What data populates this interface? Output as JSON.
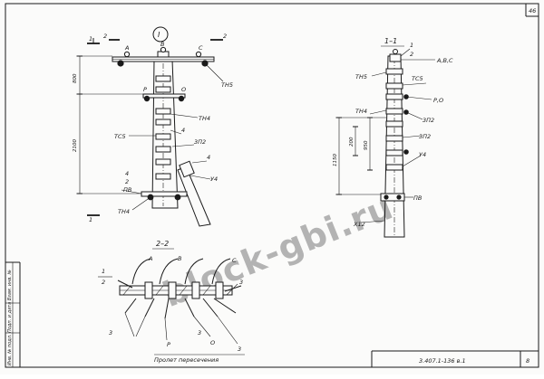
{
  "sheet": {
    "page_number": "46",
    "sheet_code": "3.407.1-136 в.1",
    "sheet_index": "8",
    "side_stamp": "Инв. № подл. Подп. и дата Взам. инв. №"
  },
  "watermark": "block-gbi.ru",
  "view_main": {
    "circle_label": "I",
    "section_marks": [
      "1",
      "2",
      "2",
      "1"
    ],
    "phase_labels": [
      "А",
      "В",
      "С"
    ],
    "other_labels": [
      "Р",
      "О"
    ],
    "parts": [
      "ТН5",
      "ТН4",
      "ТС5",
      "3П2",
      "4",
      "4",
      "У4",
      "ПВ",
      "ТН4",
      "4",
      "2"
    ],
    "dims": [
      "800",
      "2100"
    ]
  },
  "view_section_1": {
    "title": "1–1",
    "labels": [
      "1",
      "2",
      "А,В,С",
      "ТН5",
      "ТС5",
      "Р,О",
      "ТН4",
      "3П2",
      "3П2",
      "У4",
      "ПВ",
      "Х12"
    ],
    "dims": [
      "1150",
      "200",
      "950"
    ]
  },
  "view_section_2": {
    "title": "2–2",
    "labels": [
      "1",
      "2",
      "А",
      "В",
      "С",
      "3",
      "3",
      "3",
      "Р",
      "О",
      "3"
    ],
    "caption": "Пролет пересечения"
  }
}
